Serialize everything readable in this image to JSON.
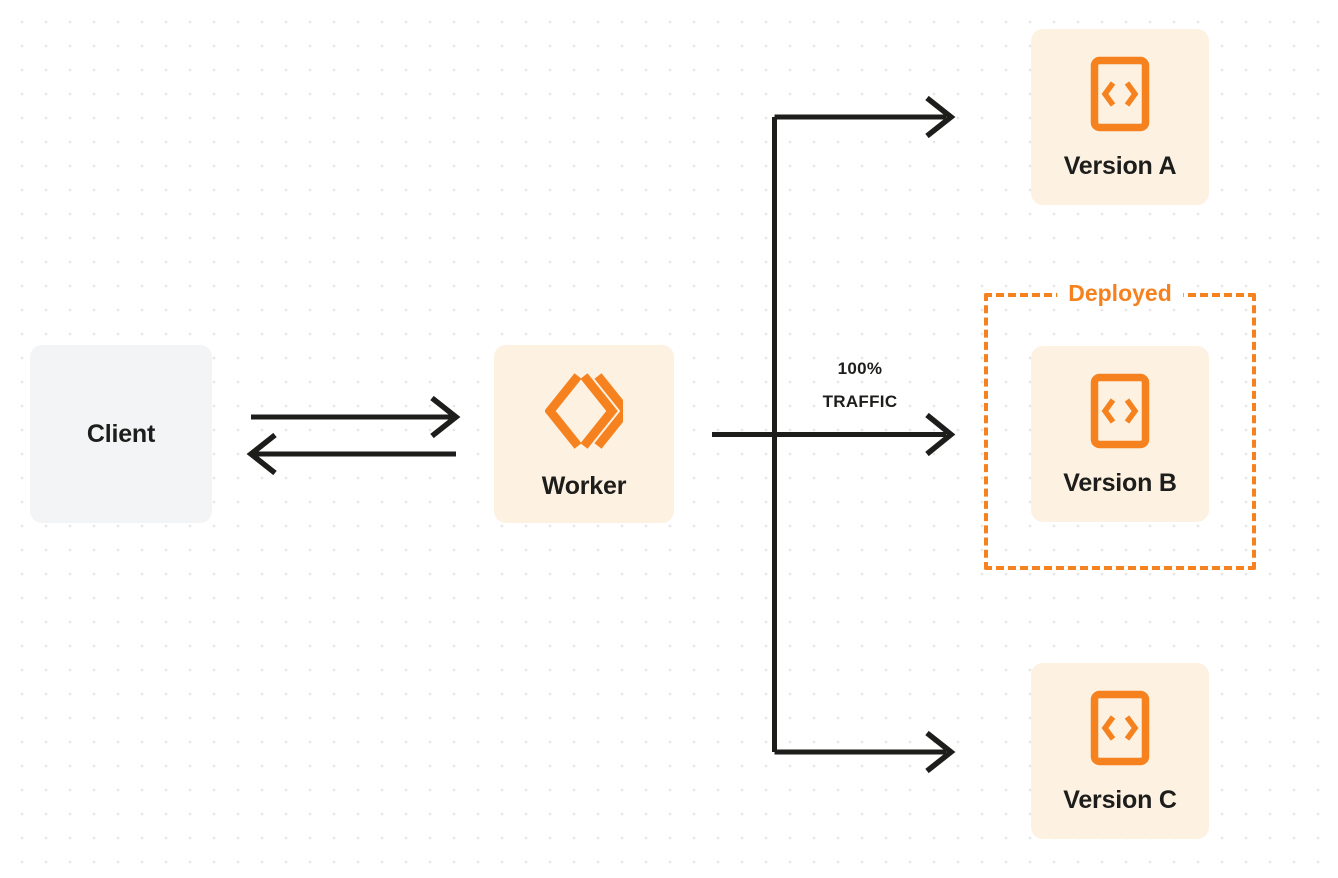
{
  "diagram": {
    "title": "Worker version traffic routing",
    "colors": {
      "accent": "#f6821f",
      "node_cream": "#fdf1e2",
      "node_gray": "#f3f4f5",
      "line": "#1d1d1b",
      "dot_grid": "#e6e6e6",
      "background": "#ffffff"
    }
  },
  "nodes": {
    "client": {
      "label": "Client",
      "icon": "none"
    },
    "worker": {
      "label": "Worker",
      "icon": "cloudflare-workers-logo"
    },
    "version_a": {
      "label": "Version A",
      "icon": "code-document-icon"
    },
    "version_b": {
      "label": "Version B",
      "icon": "code-document-icon"
    },
    "version_c": {
      "label": "Version C",
      "icon": "code-document-icon"
    }
  },
  "annotations": {
    "traffic_percent": "100%",
    "traffic_word": "TRAFFIC",
    "deployed_label": "Deployed"
  },
  "edges": [
    {
      "from": "client",
      "to": "worker",
      "direction": "right",
      "label": ""
    },
    {
      "from": "worker",
      "to": "client",
      "direction": "left",
      "label": ""
    },
    {
      "from": "worker",
      "to": "version_a",
      "direction": "right",
      "label": ""
    },
    {
      "from": "worker",
      "to": "version_b",
      "direction": "right",
      "label": "100% TRAFFIC"
    },
    {
      "from": "worker",
      "to": "version_c",
      "direction": "right",
      "label": ""
    }
  ]
}
